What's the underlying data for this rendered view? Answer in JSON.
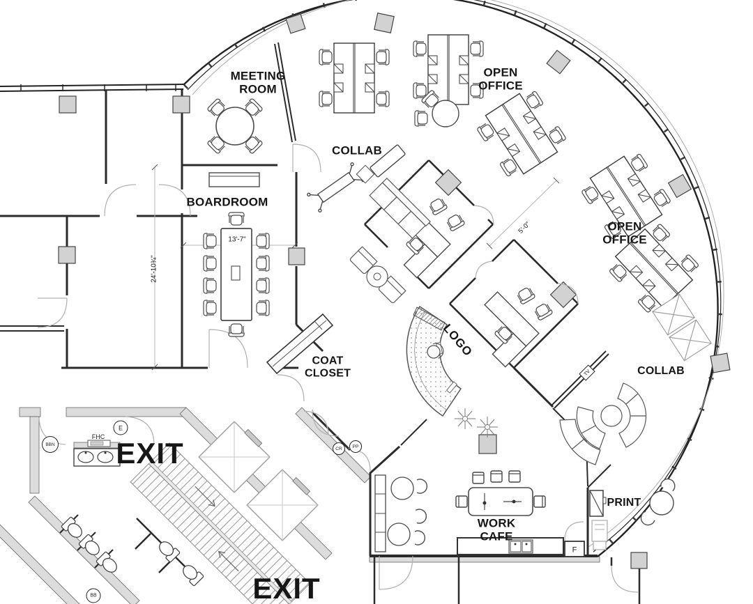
{
  "colors": {
    "ink": "#2b2b2b",
    "furniture": "#4a4a4a",
    "light_line": "#9a9a9a",
    "wall_fill": "#dcdcdc",
    "column_fill": "#d2d2d2",
    "paper": "#ffffff"
  },
  "labels": {
    "meeting_room": "MEETING\nROOM",
    "open_office_top": "OPEN\nOFFICE",
    "collab_top": "COLLAB",
    "boardroom": "BOARDROOM",
    "open_office_right": "OPEN\nOFFICE",
    "coat_closet": "COAT\nCLOSET",
    "logo": "LOGO",
    "collab_right": "COLLAB",
    "work_cafe": "WORK\nCAFE",
    "print": "PRINT",
    "exit_upper": "EXIT",
    "exit_lower": "EXIT"
  },
  "dimensions": {
    "boardroom_table_width": "13'-7\"",
    "boardroom_depth": "24'-10¾\"",
    "desk_clearance": "5'-0\""
  },
  "tags": {
    "exit_door": "E",
    "fire_hose_cabinet": "FHC",
    "bbn": "BBN",
    "bb": "BB",
    "cr": "CR",
    "pp": "PP",
    "fridge": "F",
    "tv": "TV"
  }
}
